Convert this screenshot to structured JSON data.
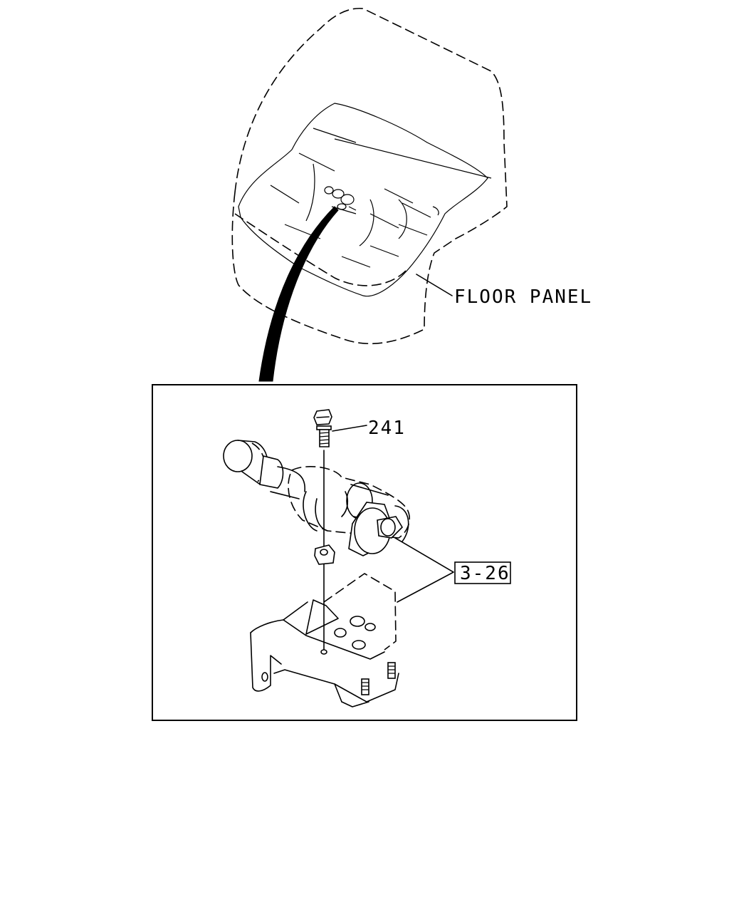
{
  "diagram": {
    "callouts": {
      "floor_panel": "FLOOR PANEL",
      "part_241": "241",
      "ref_3_26": "3-26"
    }
  }
}
